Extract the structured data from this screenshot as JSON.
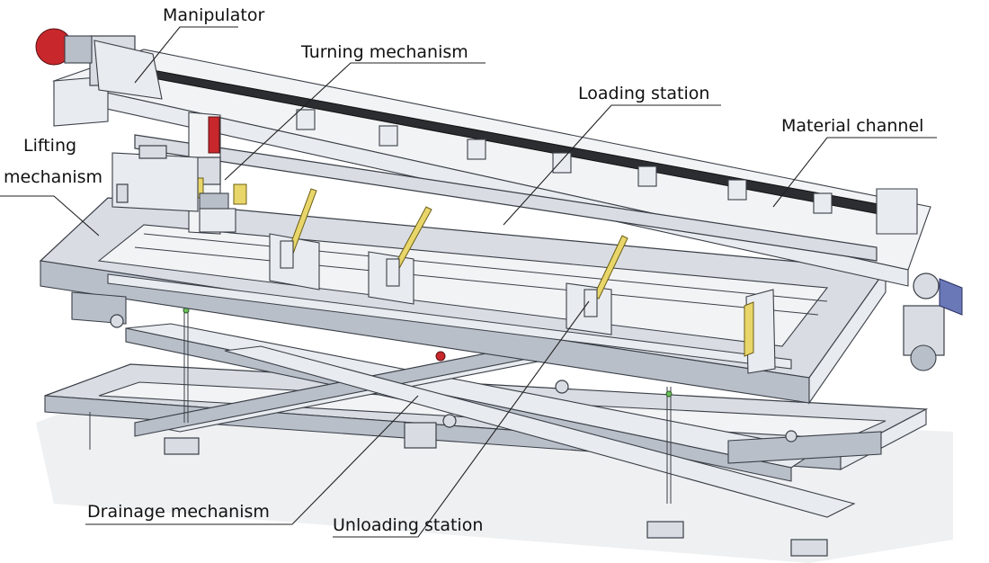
{
  "labels": {
    "manipulator": "Manipulator",
    "turning_mechanism": "Turning mechanism",
    "loading_station": "Loading station",
    "material_channel": "Material channel",
    "lifting_mechanism_line1": "Lifting",
    "lifting_mechanism_line2": "mechanism",
    "drainage_mechanism": "Drainage mechanism",
    "unloading_station": "Unloading station"
  },
  "colors": {
    "frame": "#d9dde3",
    "outline": "#3a3f47",
    "accent_yellow": "#e8d66a",
    "accent_red": "#c8282c",
    "motor_blue": "#6a78b8",
    "belt": "#2b2d31"
  }
}
